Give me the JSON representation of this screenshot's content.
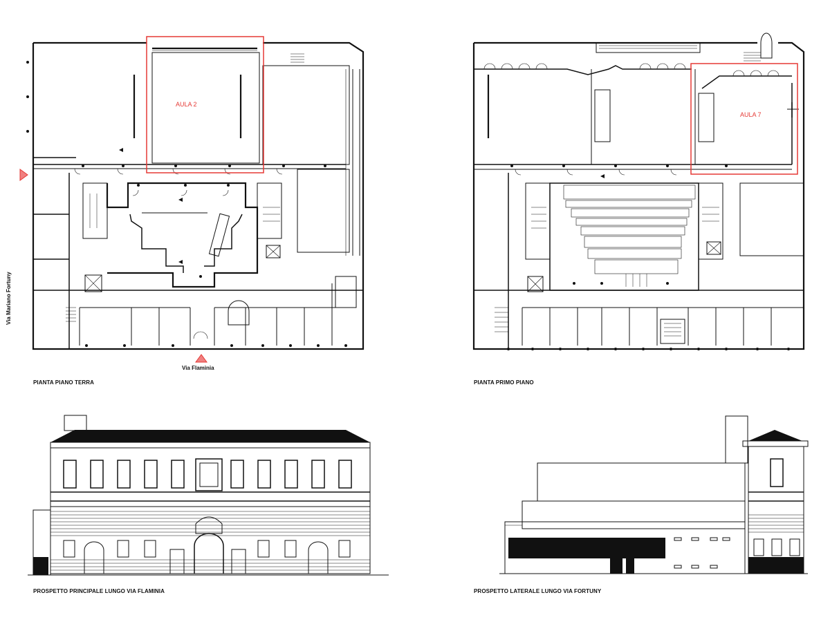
{
  "captions": {
    "ground_floor": "PIANTA PIANO TERRA",
    "first_floor": "PIANTA PRIMO PIANO",
    "main_elevation": "PROSPETTO PRINCIPALE LUNGO VIA FLAMINIA",
    "side_elevation": "PROSPETTO LATERALE LUNGO VIA FORTUNY"
  },
  "streets": {
    "side": "Via  Mariano Fortuny",
    "front": "Via Flaminia"
  },
  "rooms": {
    "ground_highlight": "AULA 2",
    "first_highlight": "AULA 7"
  },
  "colors": {
    "highlight": "#e53935",
    "entrance_marker": "#f08080",
    "ink": "#111111"
  },
  "icons": {
    "entrance": "entrance-triangle-icon"
  }
}
